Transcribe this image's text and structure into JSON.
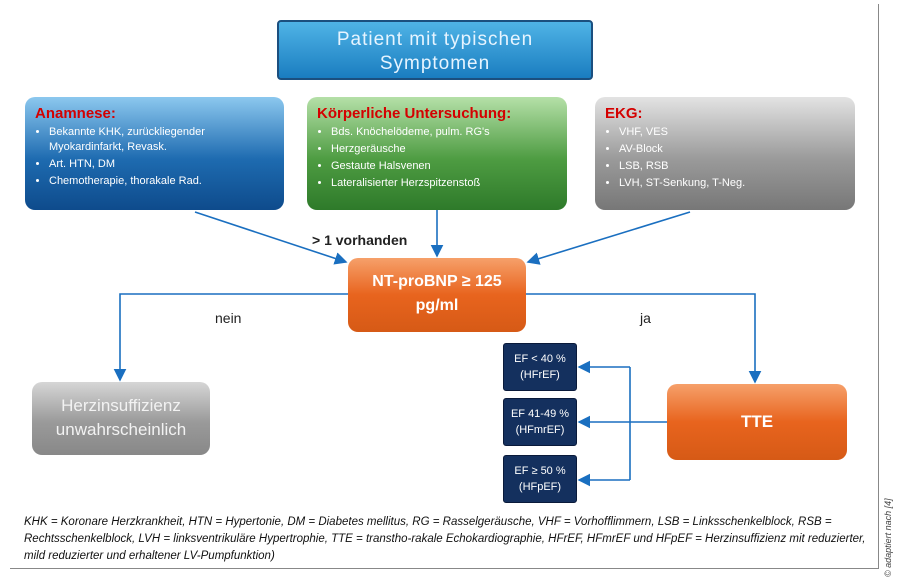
{
  "title": {
    "line1": "Patient mit typischen",
    "line2": "Symptomen"
  },
  "anamnese": {
    "heading": "Anamnese:",
    "items": [
      "Bekannte KHK, zurückliegender Myokardinfarkt, Revask.",
      "Art. HTN, DM",
      "Chemotherapie, thorakale Rad."
    ]
  },
  "untersuchung": {
    "heading": "Körperliche Untersuchung:",
    "items": [
      "Bds. Knöchelödeme, pulm. RG's",
      "Herzgeräusche",
      "Gestaute Halsvenen",
      "Lateralisierter Herzspitzenstoß"
    ]
  },
  "ekg": {
    "heading": "EKG:",
    "items": [
      "VHF, VES",
      "AV-Block",
      "LSB, RSB",
      "LVH, ST-Senkung, T-Neg."
    ]
  },
  "criteria": "> 1 vorhanden",
  "ntprobnp": {
    "line1": "NT-proBNP ≥ 125",
    "line2": "pg/ml"
  },
  "no_label": "nein",
  "yes_label": "ja",
  "unlikely": {
    "line1": "Herzinsuffizienz",
    "line2": "unwahrscheinlich"
  },
  "tte": "TTE",
  "ef": [
    {
      "line1": "EF < 40 %",
      "line2": "(HFrEF)"
    },
    {
      "line1": "EF 41-49 %",
      "line2": "(HFmrEF)"
    },
    {
      "line1": "EF ≥ 50 %",
      "line2": "(HFpEF)"
    }
  ],
  "legend": "KHK = Koronare Herzkrankheit, HTN = Hypertonie, DM = Diabetes mellitus, RG = Rasselgeräusche, VHF = Vorhofflimmern, LSB = Linksschenkelblock, RSB = Rechtsschenkelblock, LVH = linksventrikuläre Hypertrophie, TTE = transtho-rakale Echokardiographie, HFrEF, HFmrEF und HFpEF = Herzinsuffizienz mit reduzierter, mild reduzierter und erhaltener LV-Pumpfunktion)",
  "credit": "© adaptiert nach [4]"
}
